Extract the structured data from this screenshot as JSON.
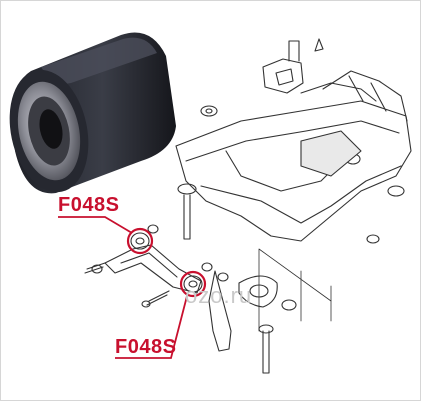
{
  "diagram": {
    "callouts": [
      {
        "id": "top",
        "label": "F048S"
      },
      {
        "id": "bottom",
        "label": "F048S"
      }
    ],
    "watermark": "ozo.ru",
    "colors": {
      "callout_red": "#c8102e",
      "line_art": "#333333",
      "bushing_rubber": "#2b2d35",
      "bushing_metal": "#9a9aa3"
    },
    "icons": [
      "bushing-photo",
      "rear-subframe-drawing",
      "bolt-icon",
      "highlight-circle"
    ]
  }
}
